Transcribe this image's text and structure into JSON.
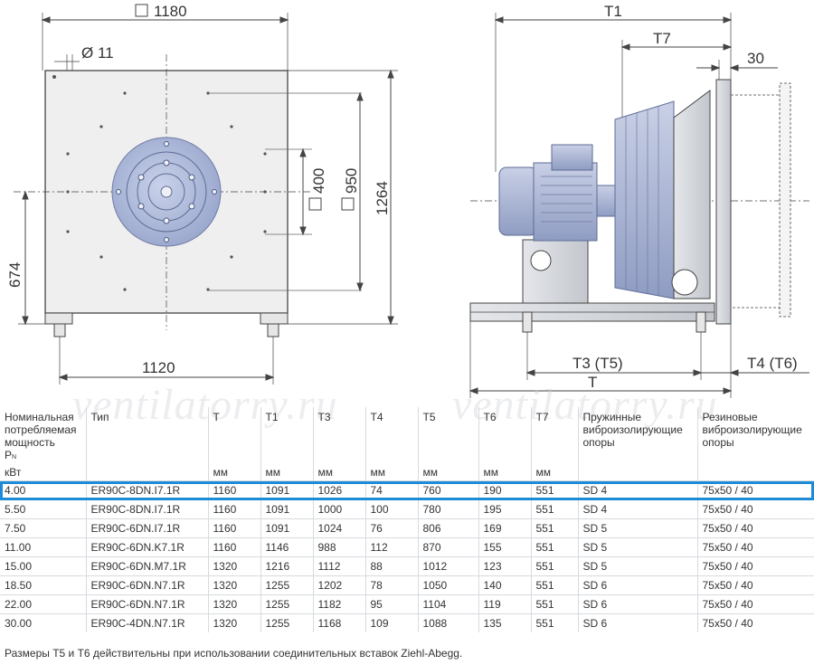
{
  "dimensions": {
    "width_sq": "1180",
    "hole": "Ø 11",
    "inner_sq": "400",
    "outer_sq": "950",
    "height": "1264",
    "center_height": "674",
    "base_width": "1120",
    "t1": "T1",
    "t7": "T7",
    "flange": "30",
    "t3_t5": "T3 (T5)",
    "t4_t6": "T4 (T6)",
    "t": "T"
  },
  "watermark": "ventilatorry.ru",
  "table": {
    "headers": {
      "power": "Номинальная потребляемая мощность",
      "power_symbol": "P",
      "power_sub": "N",
      "type": "Тип",
      "t": "T",
      "t1": "T1",
      "t3": "T3",
      "t4": "T4",
      "t5": "T5",
      "t6": "T6",
      "t7": "T7",
      "spring": "Пружинные виброизолирующие опоры",
      "rubber": "Резиновые виброизолирующие опоры"
    },
    "units": {
      "power": "кВт",
      "mm": "мм"
    },
    "rows": [
      {
        "power": "4.00",
        "type": "ER90C-8DN.I7.1R",
        "t": "1160",
        "t1": "1091",
        "t3": "1026",
        "t4": "74",
        "t5": "760",
        "t6": "190",
        "t7": "551",
        "spring": "SD 4",
        "rubber": "75x50 / 40"
      },
      {
        "power": "5.50",
        "type": "ER90C-8DN.I7.1R",
        "t": "1160",
        "t1": "1091",
        "t3": "1000",
        "t4": "100",
        "t5": "780",
        "t6": "195",
        "t7": "551",
        "spring": "SD 4",
        "rubber": "75x50 / 40"
      },
      {
        "power": "7.50",
        "type": "ER90C-6DN.I7.1R",
        "t": "1160",
        "t1": "1091",
        "t3": "1024",
        "t4": "76",
        "t5": "806",
        "t6": "169",
        "t7": "551",
        "spring": "SD 5",
        "rubber": "75x50 / 40"
      },
      {
        "power": "11.00",
        "type": "ER90C-6DN.K7.1R",
        "t": "1160",
        "t1": "1146",
        "t3": "988",
        "t4": "112",
        "t5": "870",
        "t6": "155",
        "t7": "551",
        "spring": "SD 5",
        "rubber": "75x50 / 40"
      },
      {
        "power": "15.00",
        "type": "ER90C-6DN.M7.1R",
        "t": "1320",
        "t1": "1216",
        "t3": "1112",
        "t4": "88",
        "t5": "1012",
        "t6": "123",
        "t7": "551",
        "spring": "SD 5",
        "rubber": "75x50 / 40"
      },
      {
        "power": "18.50",
        "type": "ER90C-6DN.N7.1R",
        "t": "1320",
        "t1": "1255",
        "t3": "1202",
        "t4": "78",
        "t5": "1050",
        "t6": "140",
        "t7": "551",
        "spring": "SD 6",
        "rubber": "75x50 / 40"
      },
      {
        "power": "22.00",
        "type": "ER90C-6DN.N7.1R",
        "t": "1320",
        "t1": "1255",
        "t3": "1182",
        "t4": "95",
        "t5": "1104",
        "t6": "119",
        "t7": "551",
        "spring": "SD 6",
        "rubber": "75x50 / 40"
      },
      {
        "power": "30.00",
        "type": "ER90C-4DN.N7.1R",
        "t": "1320",
        "t1": "1255",
        "t3": "1168",
        "t4": "109",
        "t5": "1088",
        "t6": "135",
        "t7": "551",
        "spring": "SD 6",
        "rubber": "75x50 / 40"
      }
    ]
  },
  "footnote": "Размеры Т5 и Т6 действительны при использовании соединительных вставок Ziehl-Abegg.",
  "colors": {
    "selection": "#1e8bd6",
    "impeller": "#a9b6d8",
    "line": "#444444"
  }
}
